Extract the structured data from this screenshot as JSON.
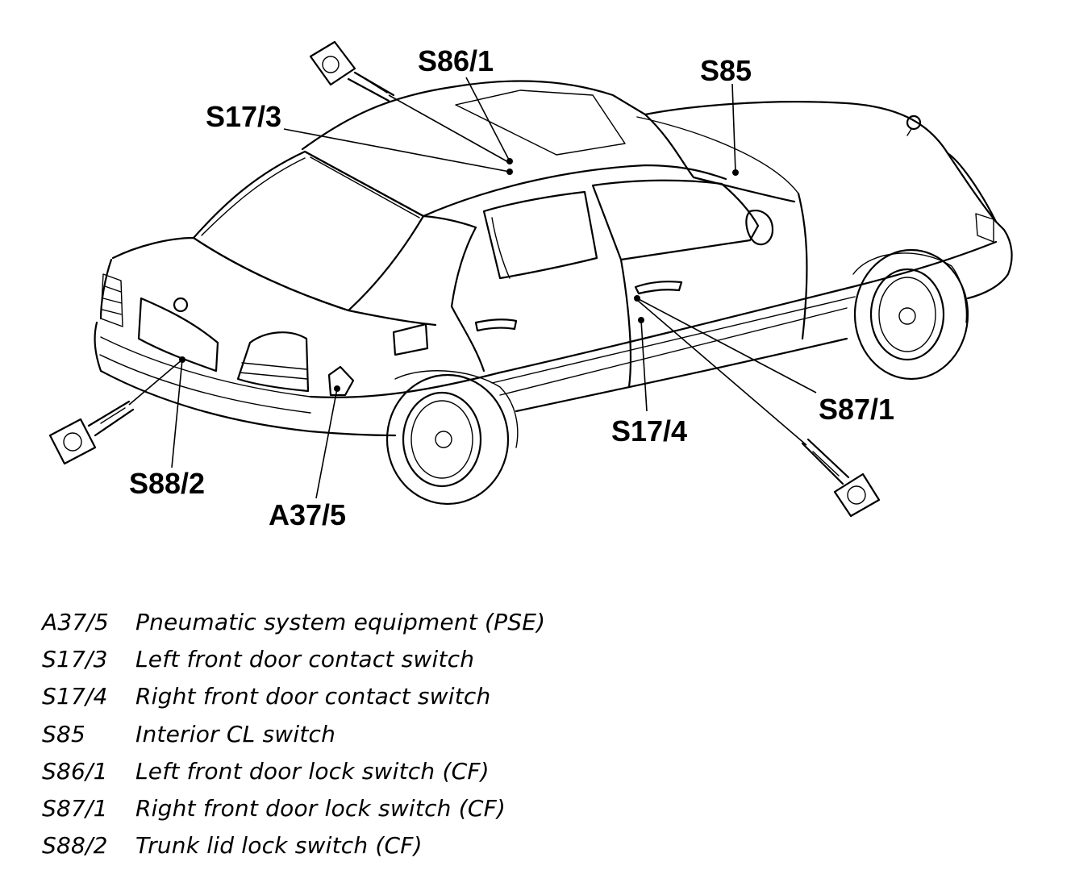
{
  "callouts": {
    "s86_1": "S86/1",
    "s85": "S85",
    "s17_3": "S17/3",
    "s87_1": "S87/1",
    "s17_4": "S17/4",
    "s88_2": "S88/2",
    "a37_5": "A37/5"
  },
  "legend": [
    {
      "code": "A37/5",
      "desc": "Pneumatic system equipment (PSE)"
    },
    {
      "code": "S17/3",
      "desc": "Left front door contact switch"
    },
    {
      "code": "S17/4",
      "desc": "Right front door contact switch"
    },
    {
      "code": "S85",
      "desc": "Interior CL switch"
    },
    {
      "code": "S86/1",
      "desc": "Left front door lock switch (CF)"
    },
    {
      "code": "S87/1",
      "desc": "Right front door lock switch (CF)"
    },
    {
      "code": "S88/2",
      "desc": "Trunk lid lock switch (CF)"
    }
  ]
}
